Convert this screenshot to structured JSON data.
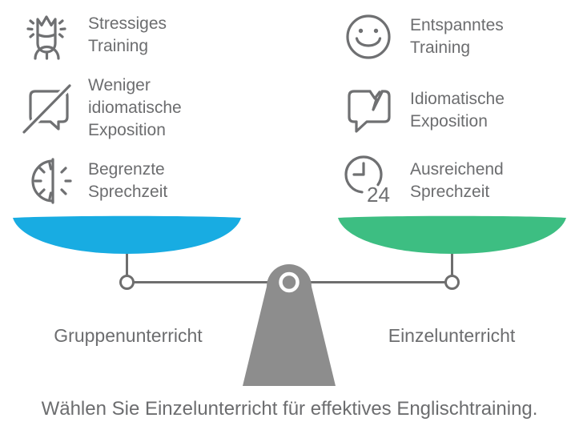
{
  "colors": {
    "left_pan": "#18ACE2",
    "right_pan": "#3DBE82",
    "icon_stroke": "#6F7072",
    "line_gray": "#6E6E6E",
    "fulcrum_gray": "#8D8D8D",
    "text_gray": "#6C6D6F"
  },
  "left_items": [
    {
      "icon": "stressed-person-icon",
      "text": "Stressiges Training"
    },
    {
      "icon": "no-speech-bubble-icon",
      "text": "Weniger idiomatische Exposition"
    },
    {
      "icon": "half-clock-icon",
      "text": "Begrenzte Sprechzeit"
    }
  ],
  "right_items": [
    {
      "icon": "smiley-face-icon",
      "text": "Entspanntes Training"
    },
    {
      "icon": "speech-bubble-lightning-icon",
      "text": "Idiomatische Exposition"
    },
    {
      "icon": "clock-24-icon",
      "text": "Ausreichend Sprechzeit"
    }
  ],
  "clock24_badge": "24",
  "scale": {
    "left_label": "Gruppenunterricht",
    "right_label": "Einzelunterricht"
  },
  "caption": "Wählen Sie Einzelunterricht für effektives Englischtraining."
}
